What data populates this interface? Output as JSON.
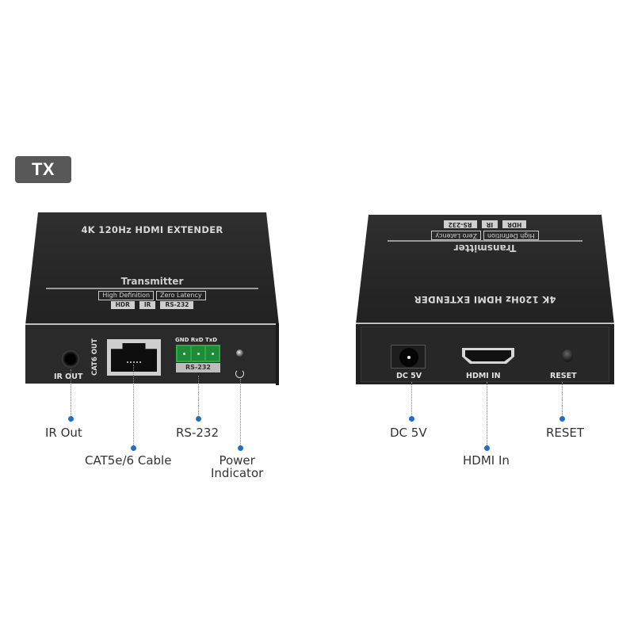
{
  "badge": {
    "label": "TX"
  },
  "transmitter_rear_view": {
    "top_panel": {
      "product_title": "4K 120Hz HDMI EXTENDER",
      "device_type": "Transmitter",
      "features": [
        "High Definition",
        "Zero Latency"
      ],
      "tags": [
        "HDR",
        "IR",
        "RS-232"
      ]
    },
    "front_panel": {
      "ports": [
        {
          "id": "ir-out",
          "label": "IR OUT"
        },
        {
          "id": "cat6-out",
          "label": "CAT6 OUT"
        },
        {
          "id": "rs232",
          "pin_labels": "GND RxD TxD",
          "label": "RS-232",
          "connector_color": "#2ea84a"
        },
        {
          "id": "power-led",
          "icon": "power-icon"
        }
      ]
    },
    "callouts": [
      {
        "text": "IR Out"
      },
      {
        "text": "CAT5e/6 Cable"
      },
      {
        "text": "RS-232"
      },
      {
        "text": "Power",
        "text2": "Indicator"
      }
    ]
  },
  "transmitter_front_view": {
    "top_panel": {
      "product_title": "4K 120Hz HDMI EXTENDER",
      "device_type": "Transmitter",
      "features": [
        "High Definition",
        "Zero Latency"
      ],
      "tags": [
        "HDR",
        "IR",
        "RS-232"
      ]
    },
    "front_panel": {
      "ports": [
        {
          "id": "dc-5v",
          "label": "DC 5V"
        },
        {
          "id": "hdmi-in",
          "label": "HDMI IN"
        },
        {
          "id": "reset",
          "label": "RESET"
        }
      ]
    },
    "callouts": [
      {
        "text": "DC 5V"
      },
      {
        "text": "HDMI In"
      },
      {
        "text": "RESET"
      }
    ]
  },
  "colors": {
    "callout_dot": "#1f6fc9",
    "device_body": "#2a2a2a",
    "badge_bg": "#585858"
  }
}
